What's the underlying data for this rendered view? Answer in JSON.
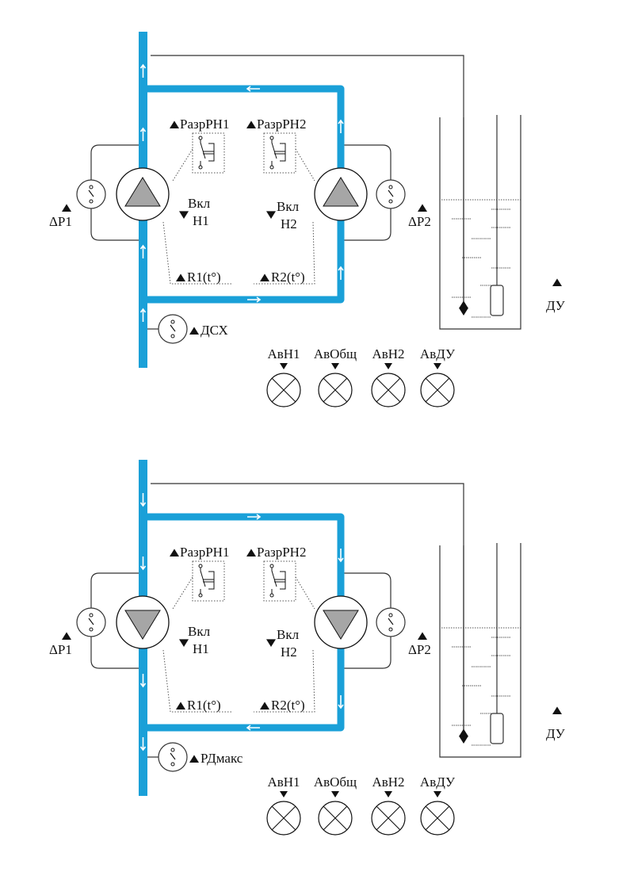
{
  "colors": {
    "pipe": "#1aa0d8",
    "pump_triangle": "#a6a6a6",
    "line": "#333333"
  },
  "diagrams": [
    {
      "mode": "up",
      "labels": {
        "perm1": "РазрРН1",
        "perm2": "РазрРН2",
        "on1a": "Вкл",
        "on1b": "Н1",
        "on2a": "Вкл",
        "on2b": "Н2",
        "r1": "R1(t°)",
        "r2": "R2(t°)",
        "dp1": "ΔP1",
        "dp2": "ΔP2",
        "pressure_switch": "ДСХ",
        "level": "ДУ"
      },
      "lamps": [
        "АвН1",
        "АвОбщ",
        "АвН2",
        "АвДУ"
      ]
    },
    {
      "mode": "down",
      "labels": {
        "perm1": "РазрРН1",
        "perm2": "РазрРН2",
        "on1a": "Вкл",
        "on1b": "Н1",
        "on2a": "Вкл",
        "on2b": "Н2",
        "r1": "R1(t°)",
        "r2": "R2(t°)",
        "dp1": "ΔP1",
        "dp2": "ΔP2",
        "pressure_switch": "РДмакс",
        "level": "ДУ"
      },
      "lamps": [
        "АвН1",
        "АвОбщ",
        "АвН2",
        "АвДУ"
      ]
    }
  ]
}
